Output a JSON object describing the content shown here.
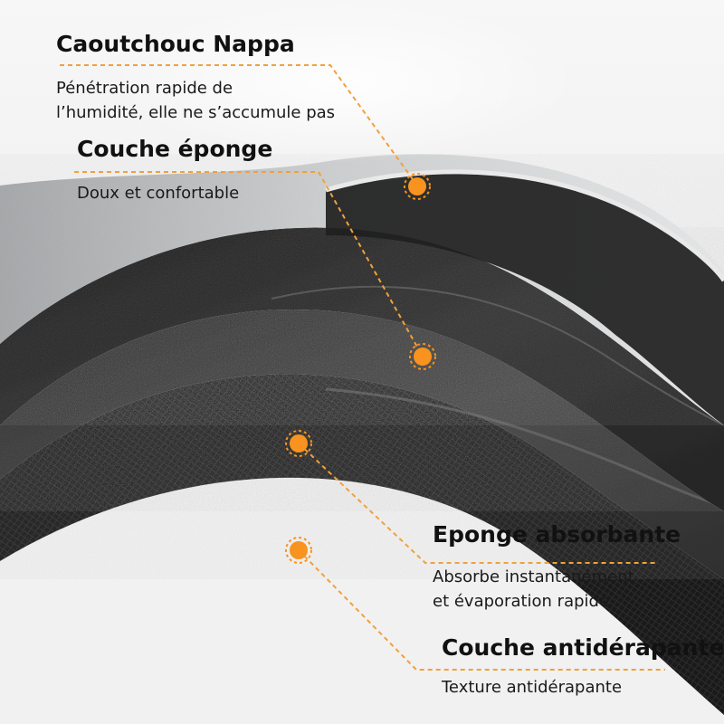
{
  "layers": [
    {
      "title": "Caoutchouc Nappa",
      "description_lines": [
        "Pénétration rapide de",
        "l’humidité, elle ne s’accumule pas"
      ]
    },
    {
      "title": "Couche éponge",
      "description_lines": [
        "Doux et confortable"
      ]
    },
    {
      "title": "Eponge absorbante",
      "description_lines": [
        "Absorbe instantanément",
        "et évaporation rapide"
      ]
    },
    {
      "title": "Couche antidérapante",
      "description_lines": [
        "Texture antidérapante"
      ]
    }
  ],
  "colors": {
    "accent_orange": "#f7931e",
    "leader_line": "#f0a13c",
    "top_surface": "#c9cbcc",
    "sponge_layer": "#2e2e2e",
    "absorbent_layer": "#3a3a3a",
    "base_layer": "#1b1b1b",
    "background": "#f3f3f3"
  }
}
